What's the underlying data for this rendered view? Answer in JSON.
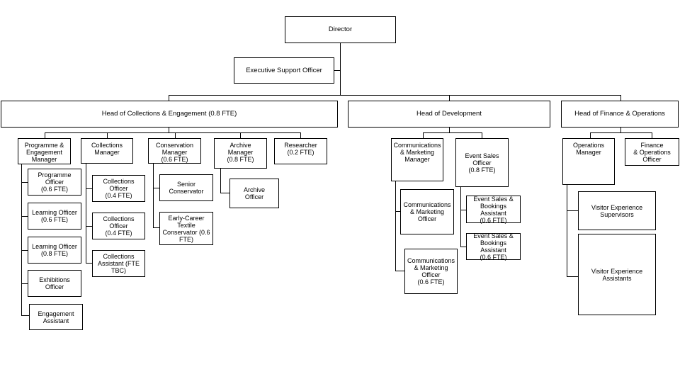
{
  "roles": {
    "director": "Director",
    "exec_support": "Executive Support Officer",
    "head_collections": "Head of Collections & Engagement (0.8 FTE)",
    "head_development": "Head of Development",
    "head_finance": "Head of Finance & Operations",
    "prog_eng_manager": "Programme &\nEngagement\nManager",
    "programme_officer": "Programme\nOfficer\n(0.6 FTE)",
    "learning_officer_1": "Learning Officer\n(0.6 FTE)",
    "learning_officer_2": "Learning Officer\n(0.8 FTE)",
    "exhibitions_officer": "Exhibitions Officer",
    "engagement_assistant": "Engagement\nAssistant",
    "collections_manager": "Collections\nManager",
    "collections_officer_1": "Collections Officer\n(0.4 FTE)",
    "collections_officer_2": "Collections Officer\n(0.4 FTE)",
    "collections_assistant": "Collections\nAssistant (FTE\nTBC)",
    "conservation_manager": "Conservation\nManager\n(0.6 FTE)",
    "senior_conservator": "Senior\nConservator",
    "early_career_conservator": "Early-Career\nTextile\nConservator (0.6\nFTE)",
    "archive_manager": "Archive\nManager\n(0.8 FTE)",
    "archive_officer": "Archive\nOfficer",
    "researcher": "Researcher\n(0.2 FTE)",
    "comms_manager": "Communications\n& Marketing\nManager",
    "comms_officer_1": "Communications\n& Marketing\nOfficer",
    "comms_officer_2": "Communications\n& Marketing\nOfficer\n(0.6 FTE)",
    "event_sales_officer": "Event Sales\nOfficer\n(0.8 FTE)",
    "event_bookings_1": "Event Sales &\nBookings\nAssistant\n(0.6 FTE)",
    "event_bookings_2": "Event Sales &\nBookings\nAssistant\n(0.6 FTE)",
    "operations_manager": "Operations\nManager",
    "finance_officer": "Finance\n& Operations\nOfficer",
    "vx_supervisors": "Visitor Experience\nSupervisors",
    "vx_assistants": "Visitor Experience\nAssistants"
  }
}
